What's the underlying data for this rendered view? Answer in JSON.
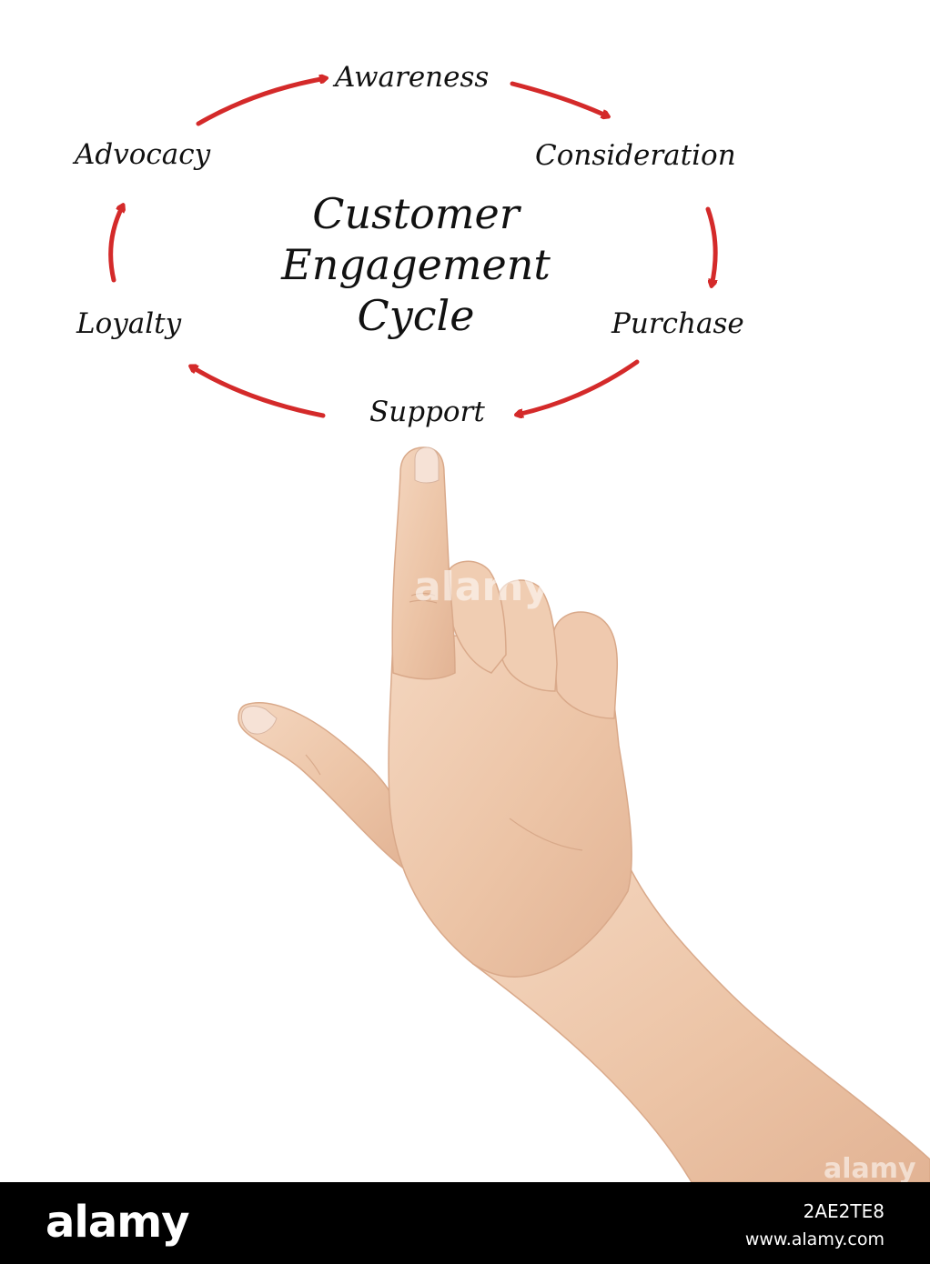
{
  "diagram": {
    "title_lines": [
      "Customer",
      "Engagement",
      "Cycle"
    ],
    "steps": {
      "awareness": "Awareness",
      "consideration": "Consideration",
      "purchase": "Purchase",
      "support": "Support",
      "loyalty": "Loyalty",
      "advocacy": "Advocacy"
    },
    "cycle_order": [
      "Awareness",
      "Consideration",
      "Purchase",
      "Support",
      "Loyalty",
      "Advocacy"
    ],
    "arrow_color": "#d42a2a",
    "text_color": "#111111"
  },
  "photo": {
    "subject": "pointing-hand-icon",
    "skin_color": "#efc9ae"
  },
  "watermark": {
    "text": "alamy"
  },
  "footer": {
    "logo": "alamy",
    "image_id": "2AE2TE8",
    "url": "www.alamy.com"
  }
}
